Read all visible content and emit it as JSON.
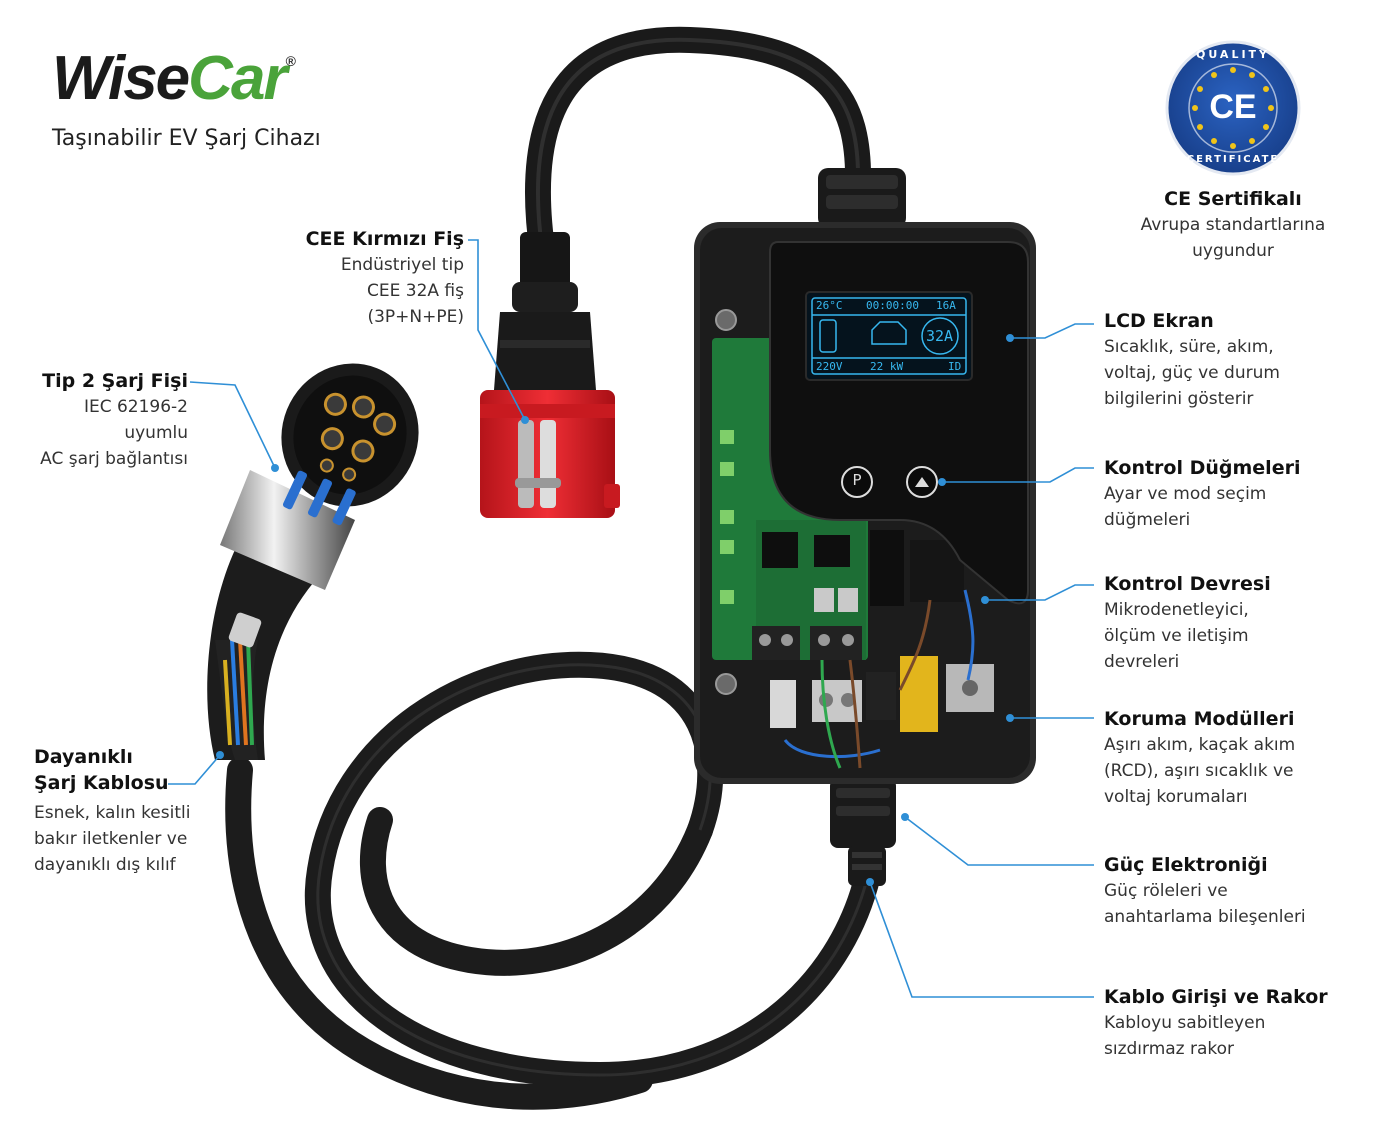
{
  "brand": {
    "name_part1": "Wise",
    "name_part2": "Car",
    "registered": "®",
    "subtitle": "Taşınabilir EV Şarj Cihazı"
  },
  "badge": {
    "top_text": "QUALITY",
    "bottom_text": "CERTIFICATE",
    "mark": "CE"
  },
  "lcd": {
    "temp": "26°C",
    "time": "00:00:00",
    "current_top": "16A",
    "voltage": "220V",
    "power": "22 kW",
    "current_big": "32A",
    "id": "ID"
  },
  "buttons": {
    "p_label": "P"
  },
  "labels": {
    "ce": {
      "title": "CE Sertifikalı",
      "desc": [
        "Avrupa standartlarına",
        "uygundur"
      ]
    },
    "cee": {
      "title": "CEE Kırmızı Fiş",
      "desc": [
        "Endüstriyel tip",
        "CEE 32A fiş",
        "(3P+N+PE)"
      ]
    },
    "tip2": {
      "title": "Tip 2 Şarj Fişi",
      "desc": [
        "IEC 62196-2 uyumlu",
        "AC şarj bağlantısı"
      ]
    },
    "cable": {
      "title": [
        "Dayanıklı",
        "Şarj Kablosu"
      ],
      "desc": [
        "Esnek, kalın kesitli",
        "bakır iletkenler ve",
        "dayanıklı dış kılıf"
      ]
    },
    "lcd": {
      "title": "LCD Ekran",
      "desc": [
        "Sıcaklık, süre, akım,",
        "voltaj, güç ve durum",
        "bilgilerini gösterir"
      ]
    },
    "buttons": {
      "title": "Kontrol Düğmeleri",
      "desc": [
        "Ayar ve mod seçim",
        "düğmeleri"
      ]
    },
    "circuit": {
      "title": "Kontrol Devresi",
      "desc": [
        "Mikrodenetleyici,",
        "ölçüm ve iletişim",
        "devreleri"
      ]
    },
    "protection": {
      "title": "Koruma Modülleri",
      "desc": [
        "Aşırı akım, kaçak akım",
        "(RCD), aşırı sıcaklık ve",
        "voltaj korumaları"
      ]
    },
    "power": {
      "title": "Güç Elektroniği",
      "desc": [
        "Güç röleleri ve",
        "anahtarlama bileşenleri"
      ]
    },
    "gland": {
      "title": "Kablo Girişi ve Rakor",
      "desc": [
        "Kabloyu sabitleyen",
        "sızdırmaz rakor"
      ]
    }
  },
  "colors": {
    "brand_green": "#4aa33a",
    "leader_blue": "#2f8fd6",
    "badge_blue": "#1f4ea3",
    "plug_red": "#e0242b",
    "lcd_blue": "#37b8f0",
    "pcb_green": "#1f7a3a"
  }
}
